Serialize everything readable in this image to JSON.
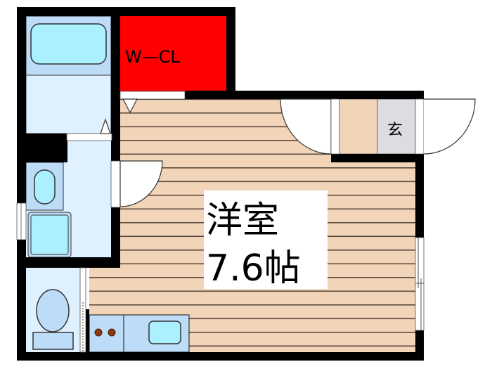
{
  "floor_plan": {
    "rooms": {
      "closet": {
        "label": "W—CL",
        "color": "#ff0000"
      },
      "entrance": {
        "label": "玄",
        "color": "#dcdde0"
      },
      "main_room": {
        "label_line1": "洋室",
        "label_line2": "7.6帖",
        "floor_color": "#f2d4b8",
        "floor_line_color": "#5a4a3c"
      },
      "bathroom": {
        "color_tub_area": "#bcdcf8",
        "color_floor": "#dff1ff",
        "tub_color": "#aaf0ff"
      },
      "washroom": {
        "color": "#dff1ff"
      },
      "toilet": {
        "color": "#dff1ff",
        "fixture_color": "#bcdcf8"
      },
      "kitchen": {
        "color": "#bcdcf8",
        "sink_color": "#aaf0ff",
        "burner_color": "#8b3a0f"
      }
    },
    "colors": {
      "wall": "#000000",
      "door": "#ffffff",
      "outline": "#333333"
    }
  }
}
